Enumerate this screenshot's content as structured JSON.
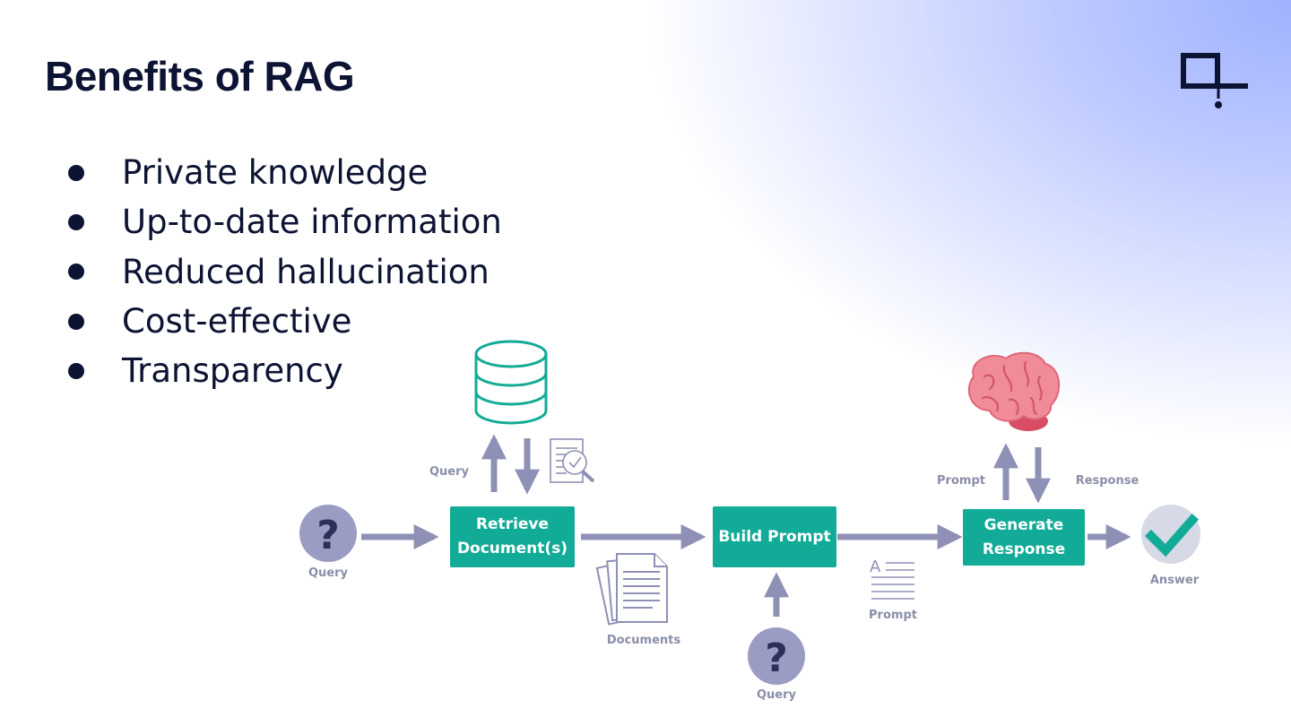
{
  "slide": {
    "title": "Benefits of RAG",
    "bullets": [
      "Private knowledge",
      "Up-to-date information",
      "Reduced hallucination",
      "Cost-effective",
      "Transparency"
    ]
  },
  "diagram": {
    "boxes": {
      "retrieve": "Retrieve\nDocument(s)",
      "build": "Build Prompt",
      "generate": "Generate\nResponse"
    },
    "labels": {
      "query_left": "Query",
      "query_db": "Query",
      "documents": "Documents",
      "query_bottom": "Query",
      "prompt_doc": "Prompt",
      "prompt_llm": "Prompt",
      "response_llm": "Response",
      "answer": "Answer"
    },
    "colors": {
      "teal": "#12ab97",
      "arrow": "#8e90b5",
      "navy": "#0d1433",
      "brain": "#ee7e8c"
    },
    "icons": [
      "database-icon",
      "document-check-icon",
      "documents-icon",
      "prompt-text-icon",
      "question-icon",
      "brain-icon",
      "checkmark-icon"
    ]
  }
}
